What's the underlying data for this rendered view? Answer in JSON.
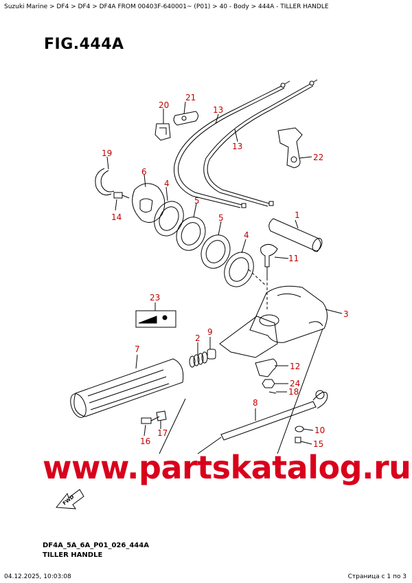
{
  "breadcrumb": "Suzuki Marine > DF4 > DF4 > DF4A FROM 00403F-640001~ (P01) > 40 - Body > 444A - TILLER HANDLE",
  "figure_title": "FIG.444A",
  "callouts": {
    "c1": "1",
    "c2": "2",
    "c3": "3",
    "c4a": "4",
    "c4b": "4",
    "c5a": "5",
    "c5b": "5",
    "c6": "6",
    "c7": "7",
    "c8": "8",
    "c9": "9",
    "c10": "10",
    "c11": "11",
    "c12": "12",
    "c13a": "13",
    "c13b": "13",
    "c14": "14",
    "c15": "15",
    "c16": "16",
    "c17": "17",
    "c18": "18",
    "c19": "19",
    "c20": "20",
    "c21": "21",
    "c22": "22",
    "c23": "23",
    "c24": "24"
  },
  "watermark": "www.partskatalog.ru",
  "fwd_label": "FWD",
  "diagram_code": "DF4A_5A_6A_P01_026_444A",
  "diagram_name": "TILLER HANDLE",
  "footer": {
    "date": "04.12.2025, 10:03:08",
    "page": "Страница с 1 по 3"
  },
  "colors": {
    "callout": "#c00000",
    "watermark": "#d9001b",
    "line": "#000000"
  }
}
